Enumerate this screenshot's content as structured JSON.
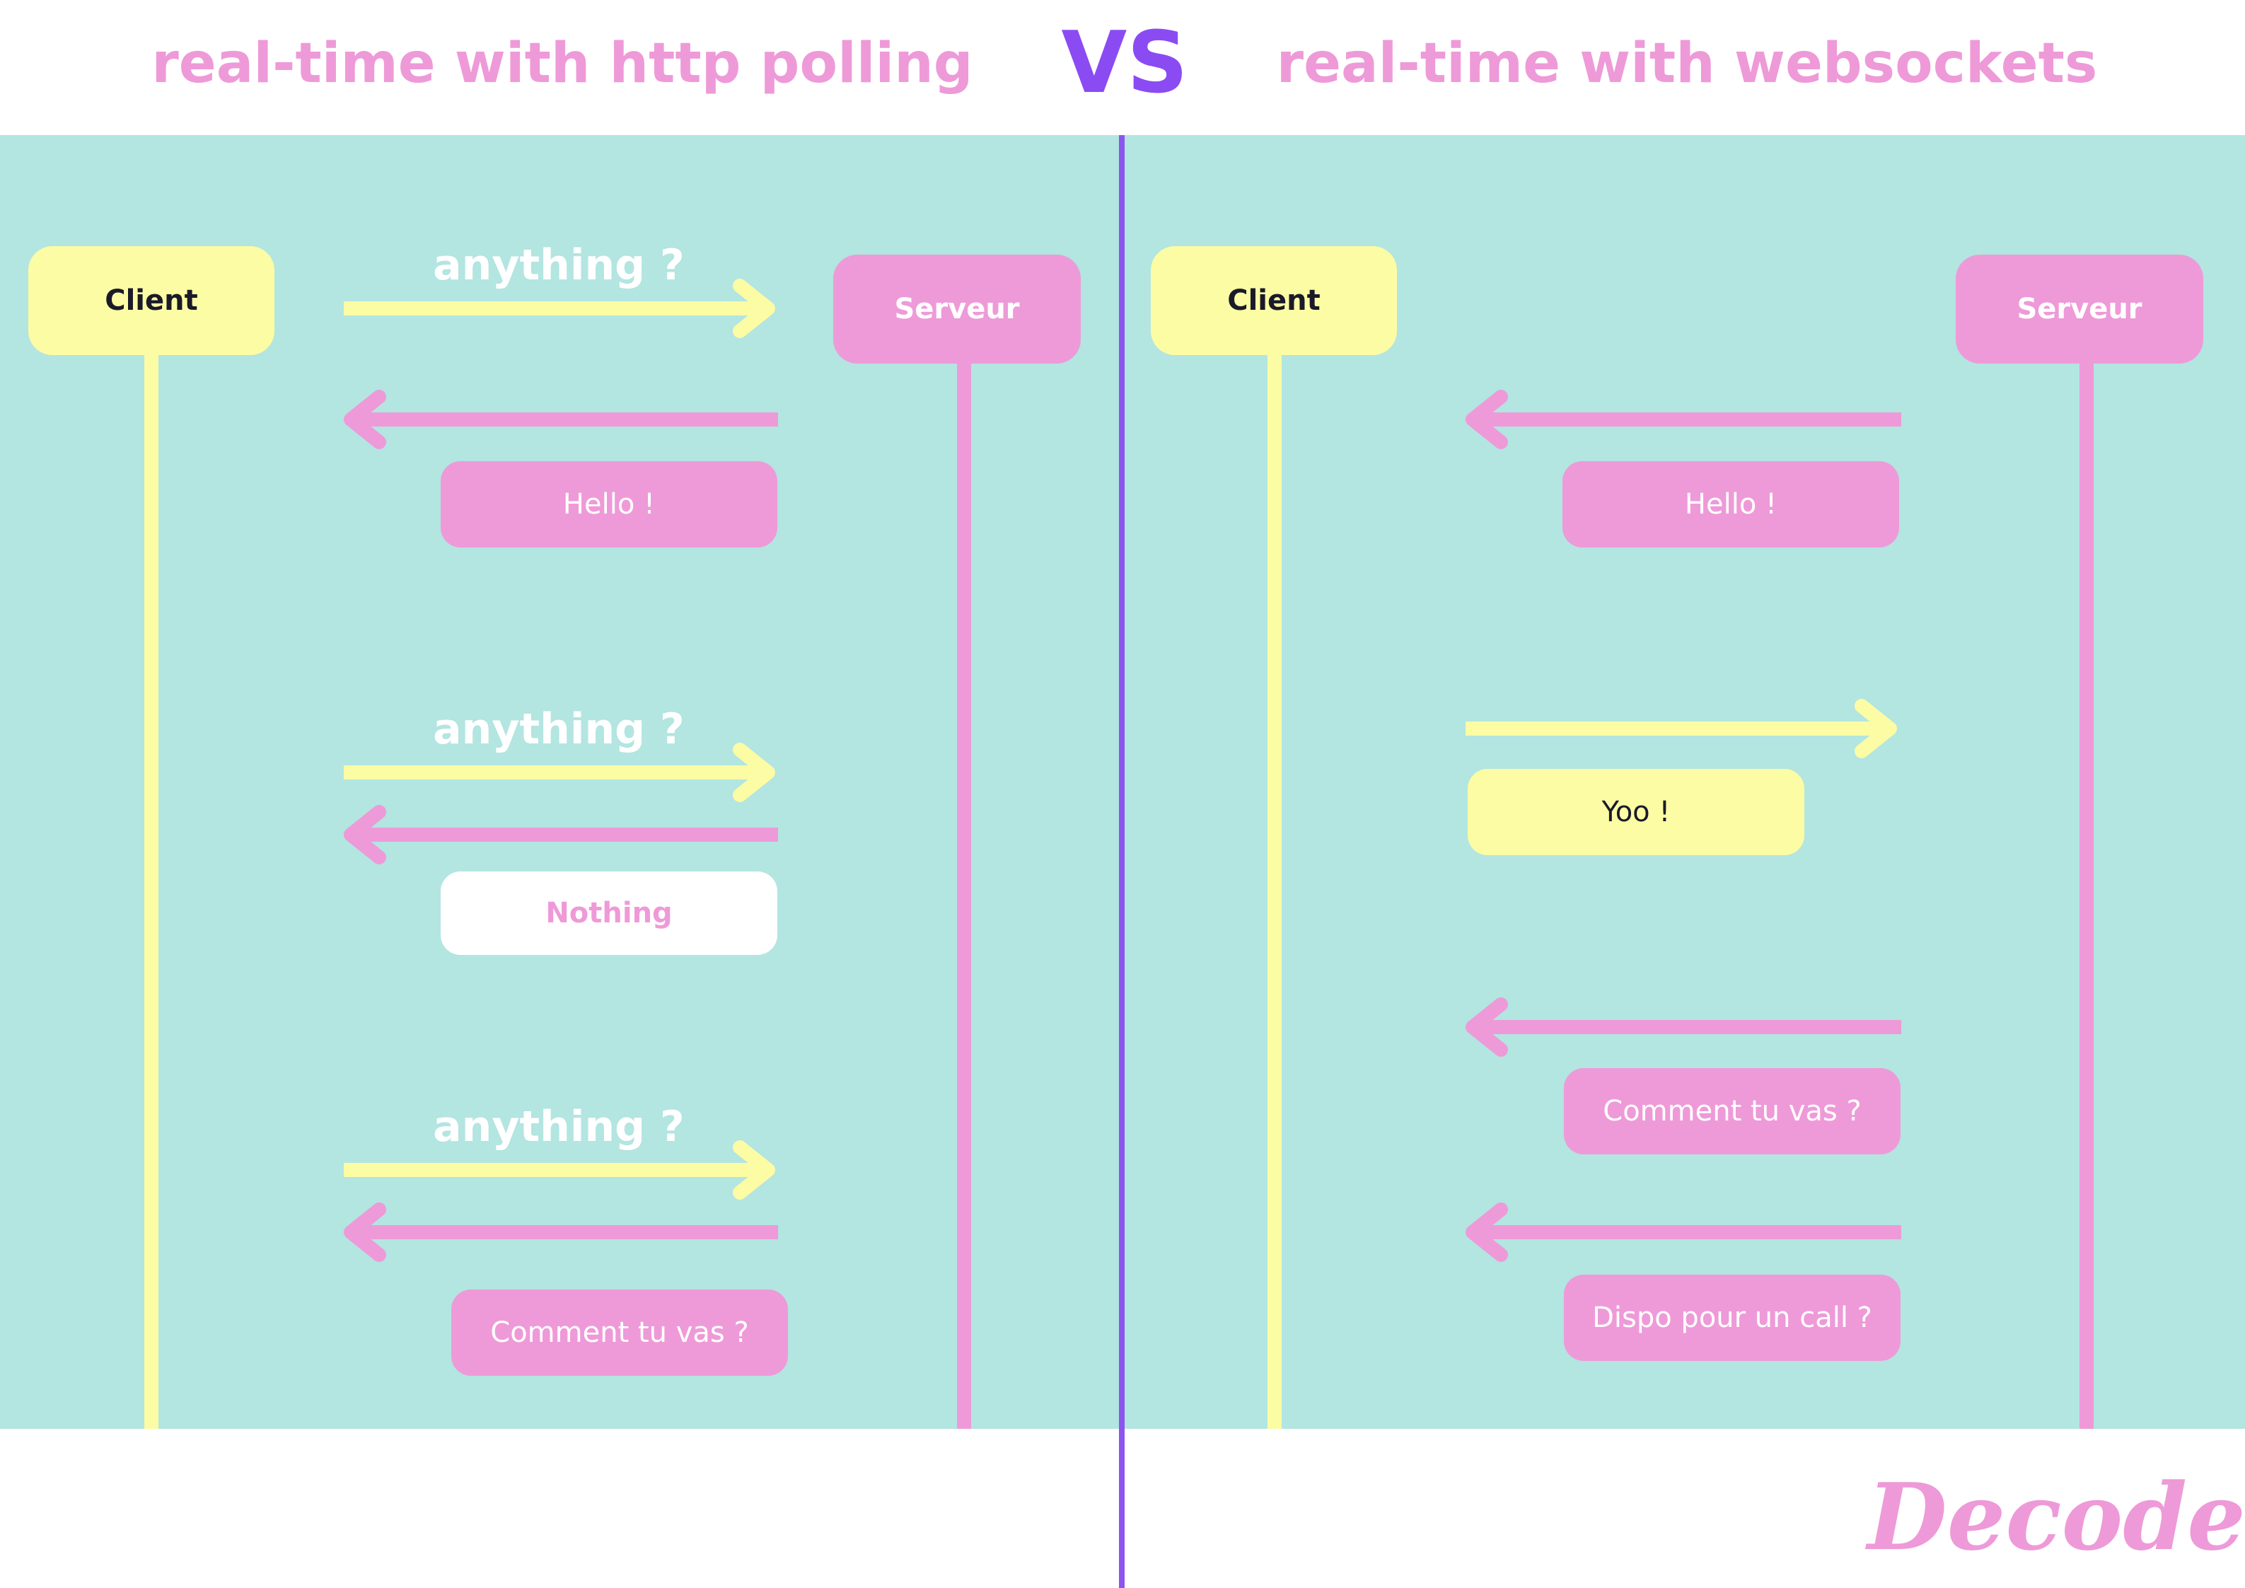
{
  "header": {
    "left_title": "real-time with http polling",
    "vs": "VS",
    "right_title": "real-time with websockets"
  },
  "polling": {
    "client": "Client",
    "server": "Serveur",
    "requests": [
      "anything ?",
      "anything ?",
      "anything ?"
    ],
    "responses": [
      "Hello !",
      "Nothing",
      "Comment tu vas ?"
    ]
  },
  "websockets": {
    "client": "Client",
    "server": "Serveur",
    "messages": [
      "Hello !",
      "Yoo !",
      "Comment tu vas ?",
      "Dispo pour un call ?"
    ]
  },
  "brand": "Decode",
  "colors": {
    "panel": "#b3e5e1",
    "pink": "#ee9ad8",
    "yellow": "#fcfca4",
    "purple": "#8b55ee"
  }
}
